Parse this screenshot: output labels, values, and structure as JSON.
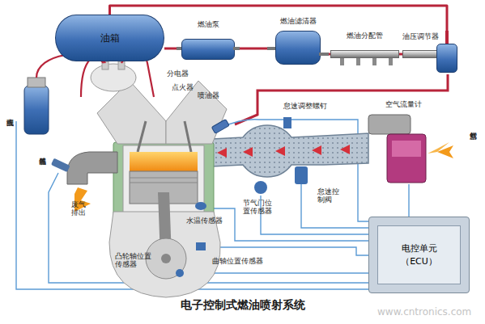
{
  "diagram": {
    "title": "电子控制式燃油喷射系统",
    "nodes": [
      {
        "text": [
          "油箱"
        ]
      },
      {
        "text": [
          "燃油泵"
        ]
      },
      {
        "text": [
          "燃油滤清器"
        ]
      },
      {
        "text": [
          "燃油分配管"
        ]
      },
      {
        "text": [
          "油压调节器"
        ]
      },
      {
        "text": [
          "电控单元 （ECU）"
        ]
      }
    ],
    "edges": [
      {
        "from": 0,
        "to": 1,
        "arrow": "none"
      },
      {
        "from": 1,
        "to": 2,
        "arrow": "none"
      },
      {
        "from": 2,
        "to": 3,
        "arrow": "none"
      },
      {
        "from": 3,
        "to": 4,
        "arrow": "none"
      },
      {
        "from": 4,
        "to": 0,
        "arrow": "none"
      }
    ],
    "labels": [
      "分电器",
      "点火器",
      "喷油器",
      "点火线圈",
      "怠速调整螺钉",
      "空气流量计",
      "新鲜空气",
      "氧传感器",
      "废气排出",
      "水温传感器",
      "节气门位置传感器",
      "怠速控制阀",
      "凸轮轴位置传感器",
      "曲轴位置传感器",
      "www.cntronics.com"
    ]
  }
}
